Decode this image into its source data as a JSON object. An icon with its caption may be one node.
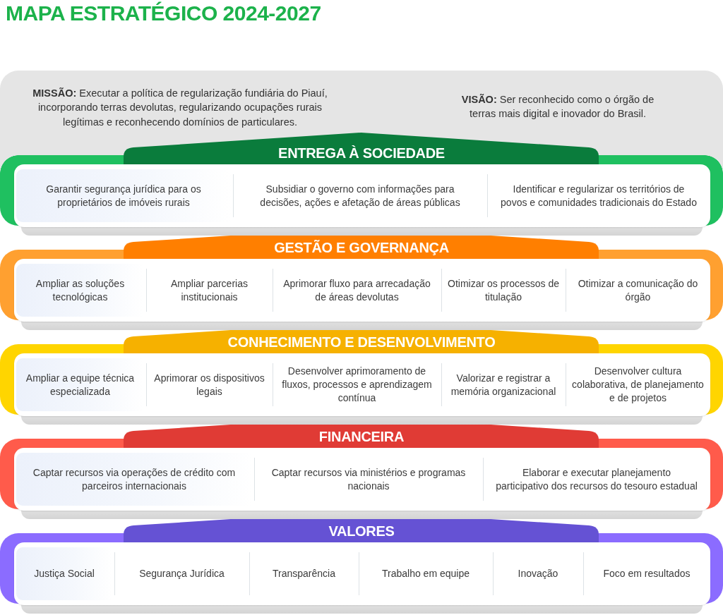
{
  "diagram": {
    "title": "MAPA ESTRATÉGICO 2024-2027",
    "nodes": [
      {
        "text": [
          "**MISSÃO:** Executar a política de regularização fundiária do Piauí, incorporando terras devolutas, regularizando ocupações rurais legítimas e reconhecendo domínios de particulares.",
          "**VISÃO:** Ser reconhecido como o órgão de terras mais digital e inovador do Brasil."
        ]
      },
      {
        "text": [
          "ENTREGA À SOCIEDADE"
        ]
      },
      {
        "text": [
          "Garantir segurança jurídica para os proprietários de imóveis rurais"
        ],
        "in": 1
      },
      {
        "text": [
          "Subsidiar o governo com informações para decisões, ações e afetação de áreas públicas"
        ],
        "in": 1
      },
      {
        "text": [
          "Identificar e regularizar os territórios de povos e comunidades tradicionais do Estado"
        ],
        "in": 1
      },
      {
        "text": [
          "GESTÃO E GOVERNANÇA"
        ]
      },
      {
        "text": [
          "Ampliar as soluções tecnológicas"
        ],
        "in": 5
      },
      {
        "text": [
          "Ampliar parcerias institucionais"
        ],
        "in": 5
      },
      {
        "text": [
          "Aprimorar fluxo para arrecadação de áreas devolutas"
        ],
        "in": 5
      },
      {
        "text": [
          "Otimizar os processos de titulação"
        ],
        "in": 5
      },
      {
        "text": [
          "Otimizar a comunicação do órgão"
        ],
        "in": 5
      },
      {
        "text": [
          "CONHECIMENTO E DESENVOLVIMENTO"
        ]
      },
      {
        "text": [
          "Ampliar a equipe técnica especializada"
        ],
        "in": 11
      },
      {
        "text": [
          "Aprimorar os dispositivos legais"
        ],
        "in": 11
      },
      {
        "text": [
          "Desenvolver aprimoramento de fluxos, processos e aprendizagem contínua"
        ],
        "in": 11
      },
      {
        "text": [
          "Valorizar e registrar a memória organizacional"
        ],
        "in": 11
      },
      {
        "text": [
          "Desenvolver cultura colaborativa, de planejamento e de projetos"
        ],
        "in": 11
      },
      {
        "text": [
          "FINANCEIRA"
        ]
      },
      {
        "text": [
          "Captar recursos via operações de crédito com parceiros internacionais"
        ],
        "in": 17
      },
      {
        "text": [
          "Captar recursos via ministérios e programas nacionais"
        ],
        "in": 17
      },
      {
        "text": [
          "Elaborar e executar planejamento participativo dos recursos do tesouro estadual"
        ],
        "in": 17
      },
      {
        "text": [
          "VALORES"
        ]
      },
      {
        "text": [
          "Justiça Social"
        ],
        "in": 21
      },
      {
        "text": [
          "Segurança Jurídica"
        ],
        "in": 21
      },
      {
        "text": [
          "Transparência"
        ],
        "in": 21
      },
      {
        "text": [
          "Trabalho em equipe"
        ],
        "in": 21
      },
      {
        "text": [
          "Inovação"
        ],
        "in": 21
      },
      {
        "text": [
          "Foco em resultados"
        ],
        "in": 21
      }
    ]
  }
}
